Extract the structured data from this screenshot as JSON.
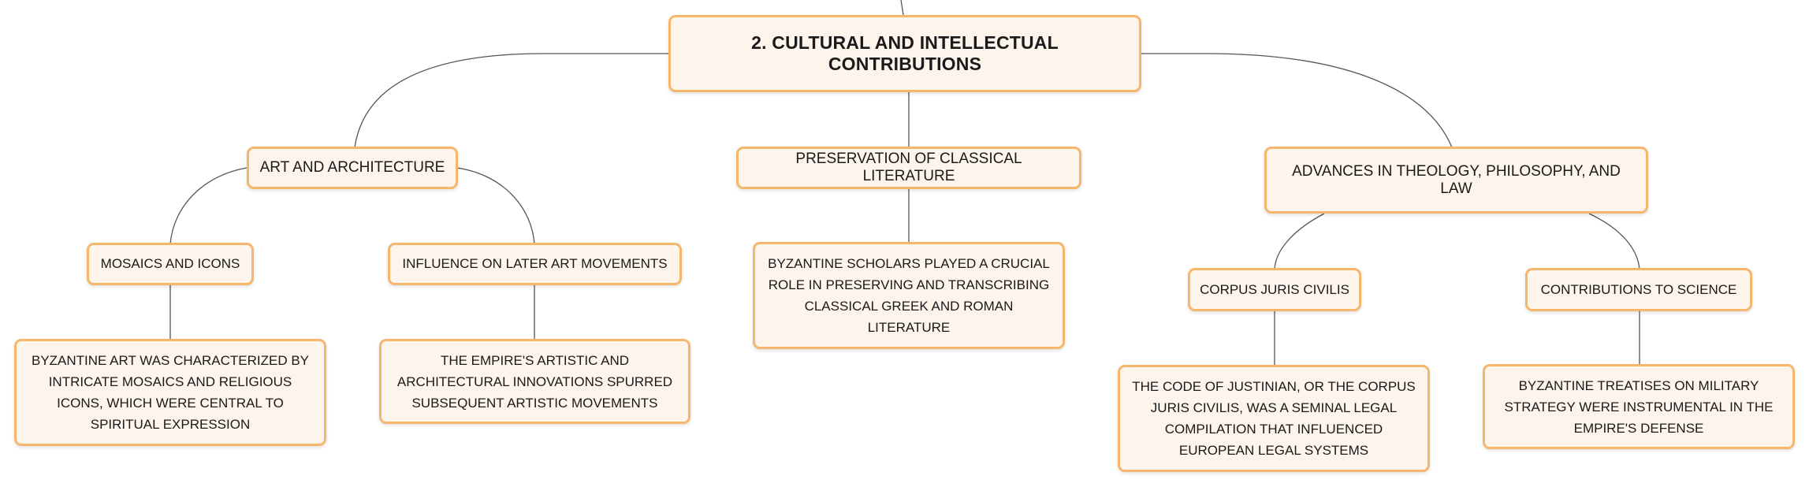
{
  "root": {
    "label": "2. CULTURAL AND INTELLECTUAL CONTRIBUTIONS"
  },
  "branches": [
    {
      "label": "ART AND ARCHITECTURE",
      "children": [
        {
          "label": "MOSAICS AND ICONS",
          "detail": "BYZANTINE ART WAS CHARACTERIZED BY INTRICATE MOSAICS AND RELIGIOUS ICONS, WHICH WERE CENTRAL TO SPIRITUAL EXPRESSION"
        },
        {
          "label": "INFLUENCE ON LATER ART MOVEMENTS",
          "detail": "THE EMPIRE'S ARTISTIC AND ARCHITECTURAL INNOVATIONS SPURRED SUBSEQUENT ARTISTIC MOVEMENTS"
        }
      ]
    },
    {
      "label": "PRESERVATION OF CLASSICAL LITERATURE",
      "detail": "BYZANTINE SCHOLARS PLAYED A CRUCIAL ROLE IN PRESERVING AND TRANSCRIBING CLASSICAL GREEK AND ROMAN LITERATURE"
    },
    {
      "label": "ADVANCES IN THEOLOGY, PHILOSOPHY, AND LAW",
      "children": [
        {
          "label": "CORPUS JURIS CIVILIS",
          "detail": "THE CODE OF JUSTINIAN, OR THE CORPUS JURIS CIVILIS, WAS A SEMINAL LEGAL COMPILATION THAT INFLUENCED EUROPEAN LEGAL SYSTEMS"
        },
        {
          "label": "CONTRIBUTIONS TO SCIENCE",
          "detail": "BYZANTINE TREATISES ON MILITARY STRATEGY WERE INSTRUMENTAL IN THE EMPIRE'S DEFENSE"
        }
      ]
    }
  ],
  "colors": {
    "node_border": "#f6b66b",
    "node_fill": "#fdf4ec",
    "connector": "#555555"
  }
}
